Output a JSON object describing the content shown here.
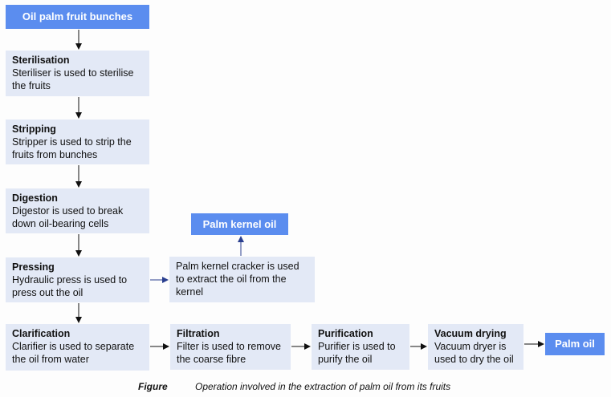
{
  "start": "Oil palm fruit bunches",
  "steps": [
    {
      "title": "Sterilisation",
      "text": "Steriliser is used to sterilise the fruits"
    },
    {
      "title": "Stripping",
      "text": "Stripper is used to strip the fruits from bunches"
    },
    {
      "title": "Digestion",
      "text": "Digestor is used to break down oil-bearing cells"
    },
    {
      "title": "Pressing",
      "text": "Hydraulic press is used to press out the oil"
    },
    {
      "title": "Clarification",
      "text": "Clarifier is used to separate the oil from water"
    },
    {
      "title": "Filtration",
      "text": "Filter is used to remove the coarse fibre"
    },
    {
      "title": "Purification",
      "text": "Purifier is used to purify the oil"
    },
    {
      "title": "Vacuum drying",
      "text": "Vacuum dryer is used to dry the oil"
    }
  ],
  "kernel_cracker": "Palm kernel cracker is used to extract the oil from the kernel",
  "kernel_oil": "Palm kernel oil",
  "end": "Palm oil",
  "caption": {
    "label": "Figure",
    "text": "Operation involved in the extraction of palm oil from its fruits"
  }
}
